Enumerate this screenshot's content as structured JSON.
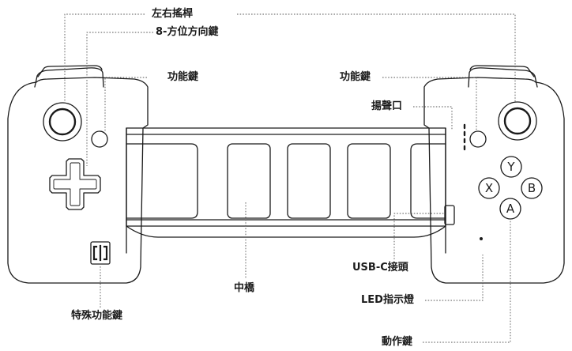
{
  "labels": {
    "sticks": "左右搖桿",
    "dpad": "8-方位方向鍵",
    "func_left": "功能鍵",
    "func_right": "功能鍵",
    "speaker": "揚聲口",
    "usbc": "USB-C接頭",
    "bridge": "中橋",
    "led": "LED指示燈",
    "special": "特殊功能鍵",
    "action": "動作鍵"
  },
  "buttons": {
    "y": "Y",
    "x": "X",
    "b": "B",
    "a": "A"
  },
  "colors": {
    "line": "#1a1a1a",
    "leader": "#555555",
    "fill": "#ffffff"
  }
}
